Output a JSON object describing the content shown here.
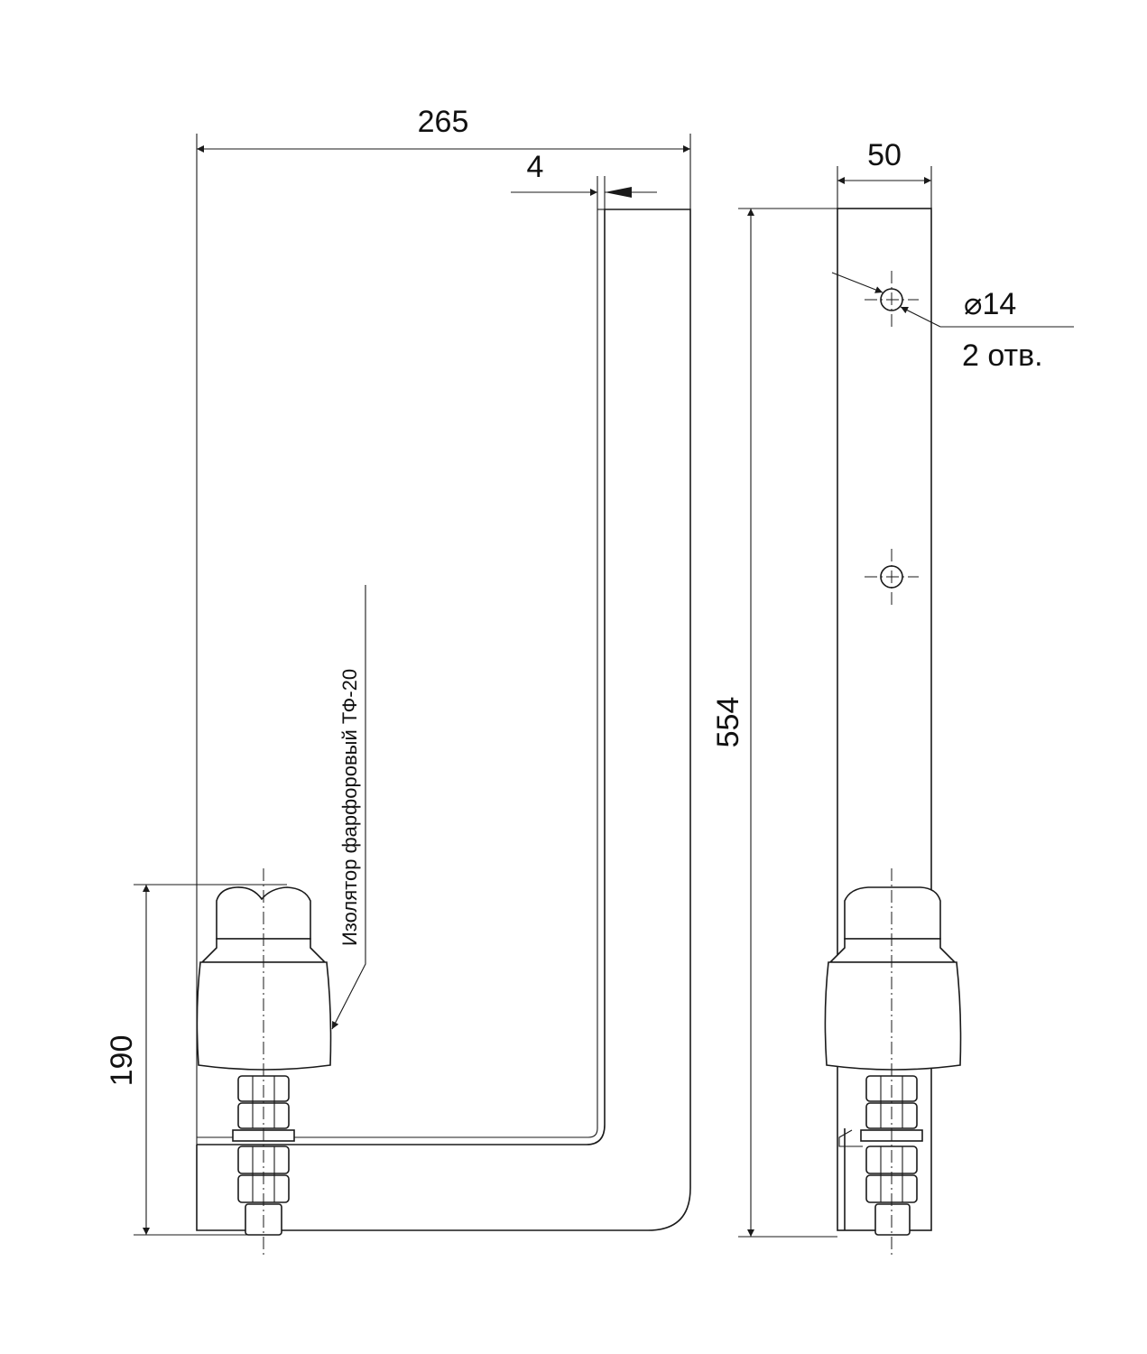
{
  "dimensions": {
    "width_total": "265",
    "thickness": "4",
    "width_side": "50",
    "height_total": "554",
    "insulator_height": "190"
  },
  "hole_note": {
    "diameter": "⌀14",
    "count": "2 отв."
  },
  "insulator_label": "Изолятор фарфоровый ТФ-20"
}
